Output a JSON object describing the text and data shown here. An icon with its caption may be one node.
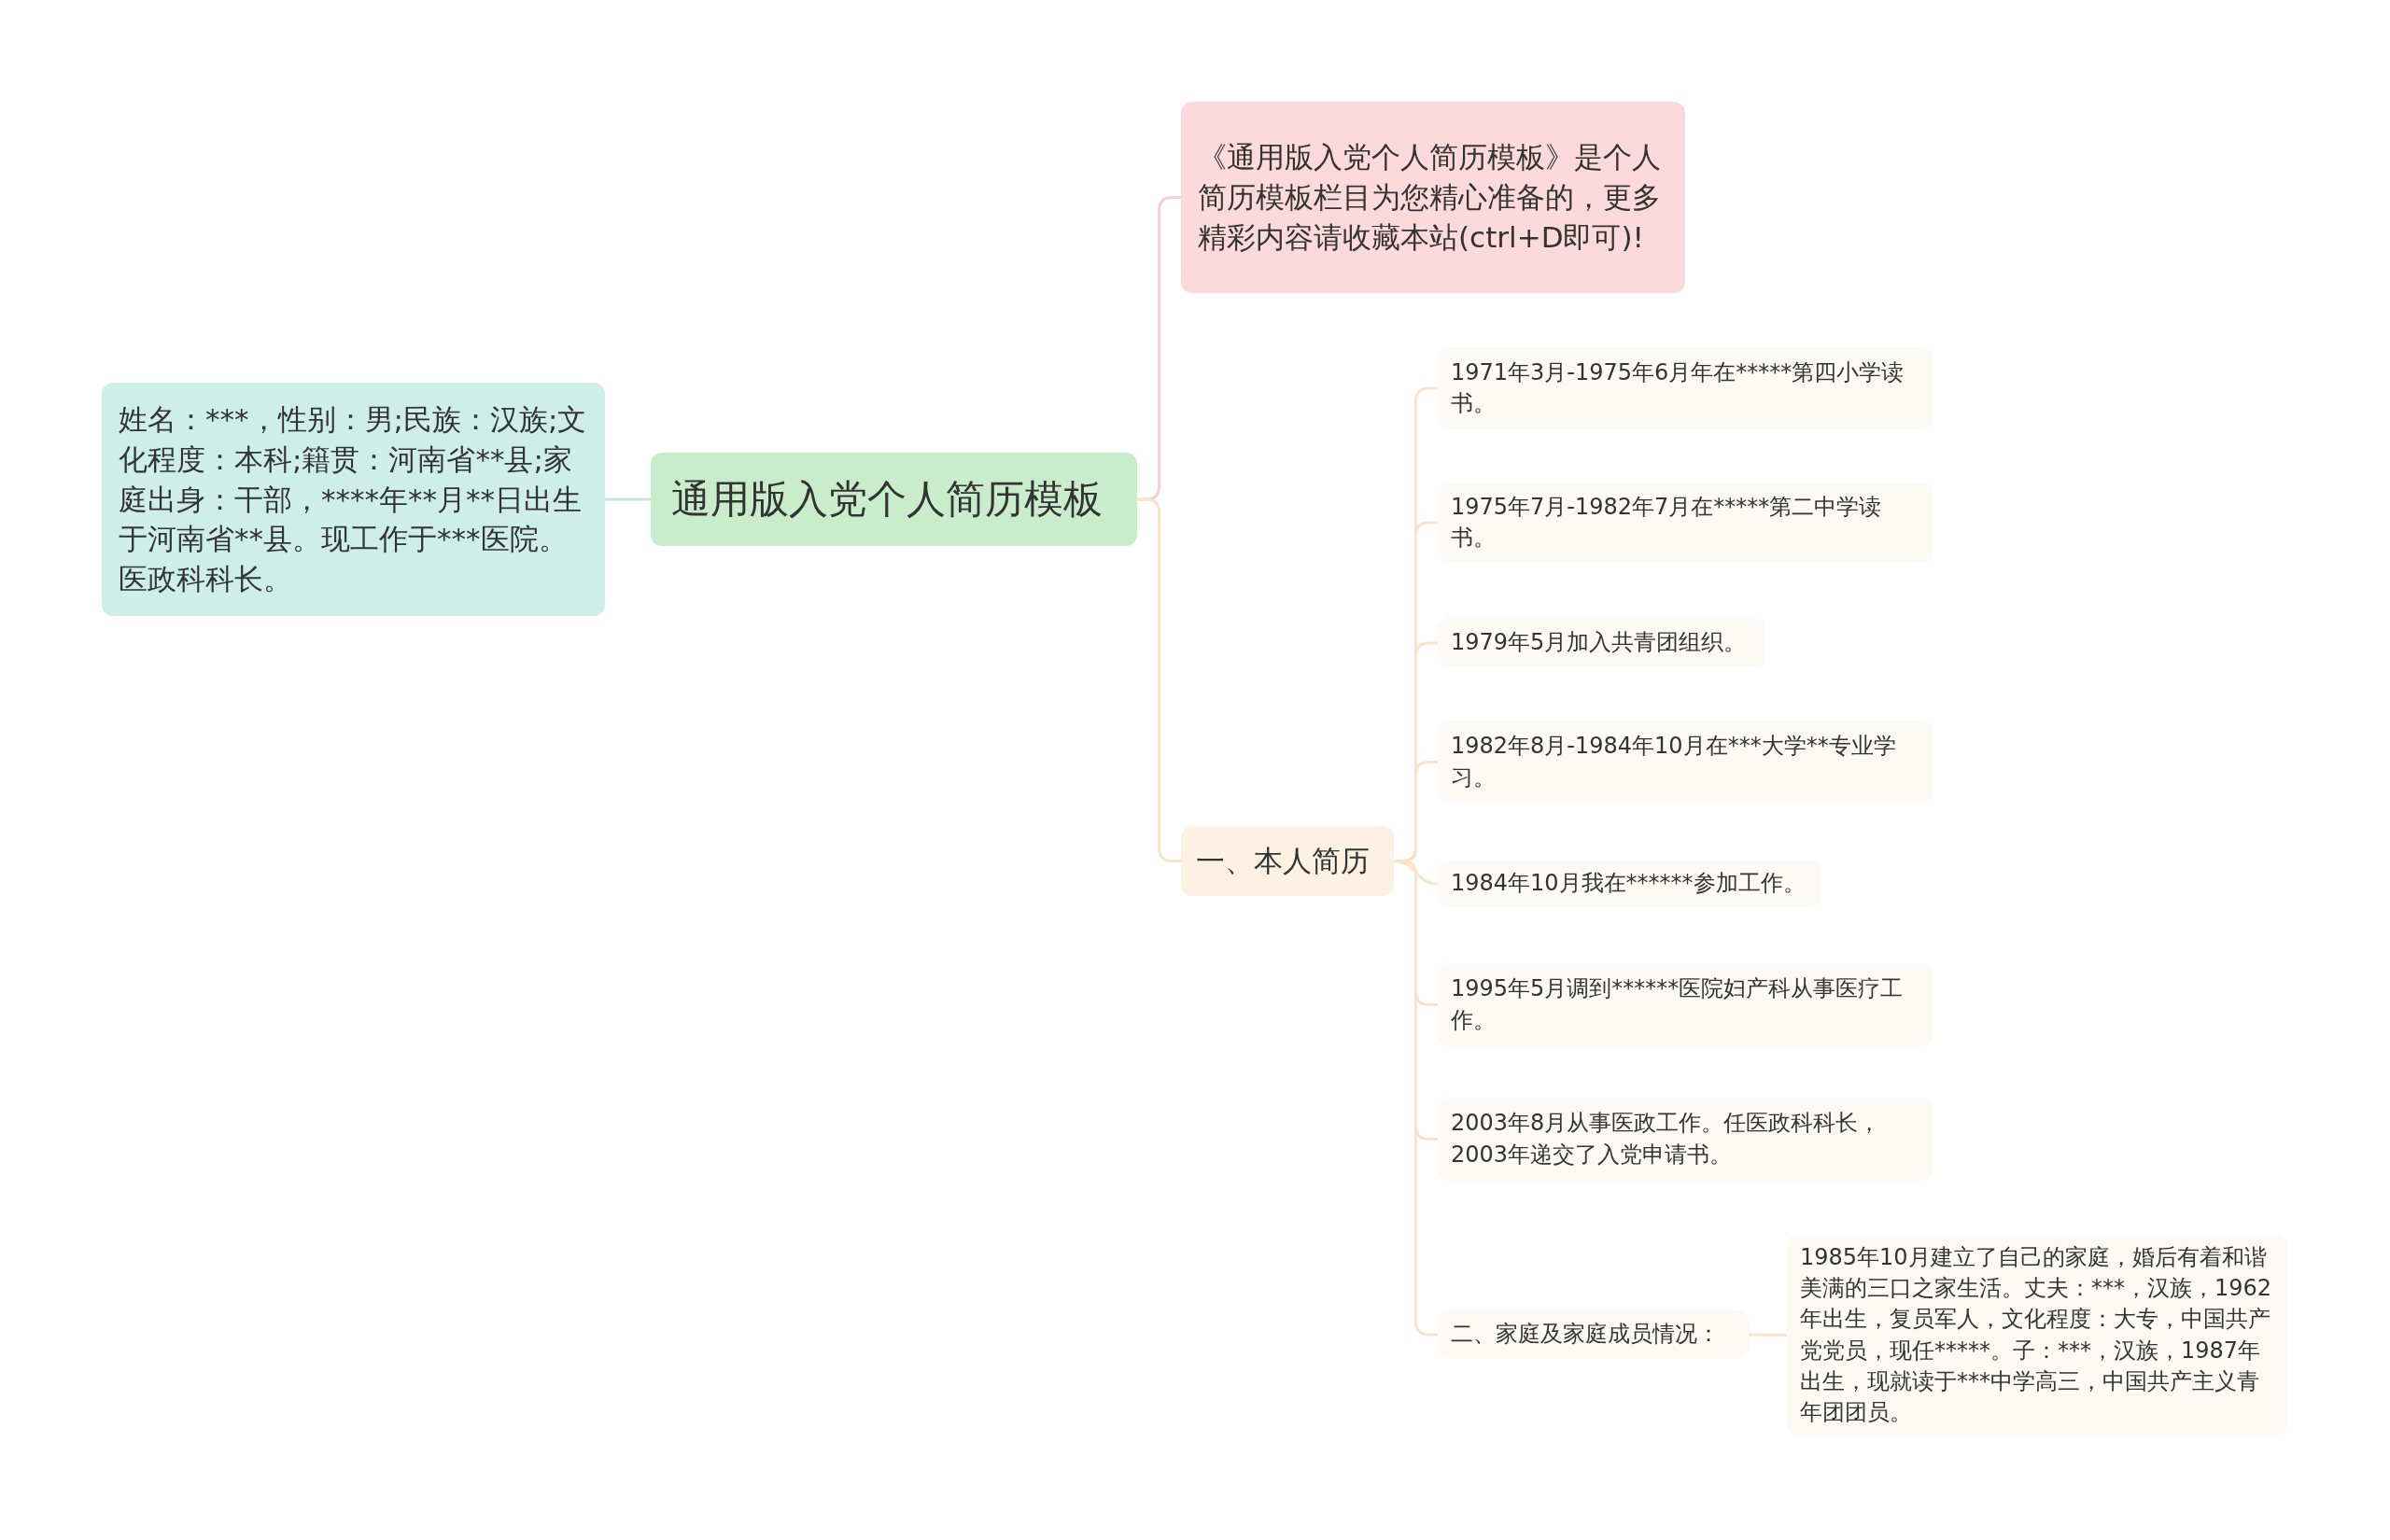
{
  "diagram": {
    "nodes": [
      {
        "text": [
          "通用版入党个人简历模板"
        ]
      },
      {
        "text": [
          "姓名：***，性别：男;民族：汉族;文化程度：本科;籍贯：河南省**县;家庭出身：干部，****年**月**日出生于河南省**县。现工作于***医院。医政科科长。"
        ]
      },
      {
        "text": [
          "《通用版入党个人简历模板》是个人简历模板栏目为您精心准备的，更多精彩内容请收藏本站(ctrl+D即可)!"
        ]
      },
      {
        "text": [
          "一、本人简历"
        ]
      },
      {
        "text": [
          "1971年3月-1975年6月年在*****第四小学读书。"
        ]
      },
      {
        "text": [
          "1975年7月-1982年7月在*****第二中学读书。"
        ]
      },
      {
        "text": [
          "1979年5月加入共青团组织。"
        ]
      },
      {
        "text": [
          "1982年8月-1984年10月在***大学**专业学习。"
        ]
      },
      {
        "text": [
          "1984年10月我在******参加工作。"
        ]
      },
      {
        "text": [
          "1995年5月调到******医院妇产科从事医疗工作。"
        ]
      },
      {
        "text": [
          "2003年8月从事医政工作。任医政科科长，2003年递交了入党申请书。"
        ]
      },
      {
        "text": [
          "二、家庭及家庭成员情况："
        ]
      },
      {
        "text": [
          "1985年10月建立了自己的家庭，婚后有着和谐美满的三口之家生活。丈夫：***，汉族，1962年出生，复员军人，文化程度：大专，中国共产党党员，现任*****。子：***，汉族，1987年出生，现就读于***中学高三，中国共产主义青年团团员。"
        ]
      }
    ],
    "edges": [
      {
        "from": 0,
        "to": 1,
        "arrow": "none",
        "color": "#bfe9e1"
      },
      {
        "from": 0,
        "to": 2,
        "arrow": "none",
        "color": "#f7cfd2"
      },
      {
        "from": 0,
        "to": 3,
        "arrow": "none"
      },
      {
        "from": 3,
        "to": 4,
        "arrow": "none"
      },
      {
        "from": 3,
        "to": 5,
        "arrow": "none"
      },
      {
        "from": 3,
        "to": 6,
        "arrow": "none"
      },
      {
        "from": 3,
        "to": 7,
        "arrow": "none"
      },
      {
        "from": 3,
        "to": 8,
        "arrow": "none"
      },
      {
        "from": 3,
        "to": 9,
        "arrow": "none"
      },
      {
        "from": 3,
        "to": 10,
        "arrow": "none"
      },
      {
        "from": 3,
        "to": 11,
        "arrow": "none"
      },
      {
        "from": 11,
        "to": 12,
        "arrow": "none"
      }
    ]
  }
}
